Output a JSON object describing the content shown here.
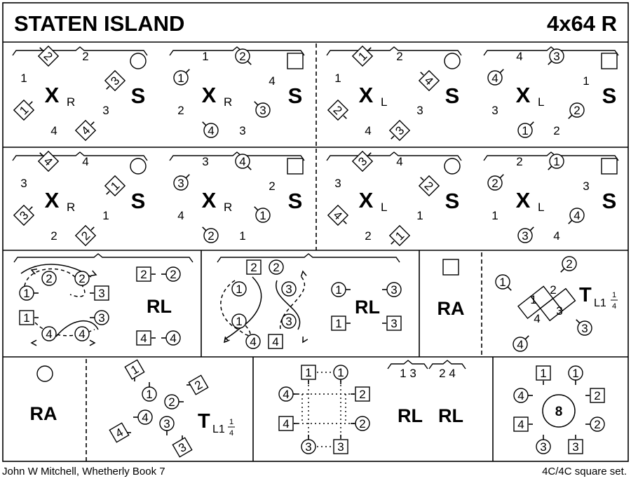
{
  "title": "STATEN ISLAND",
  "format": "4x64 R",
  "footer": {
    "left": "John W Mitchell, Whetherly Book 7",
    "right": "4C/4C  square set."
  },
  "diagrams": [
    {
      "id": "r1p1",
      "symbol": "circle",
      "x": "X",
      "sub": "R",
      "s": "S",
      "dancers": [
        [
          "box",
          "2",
          "nw"
        ],
        [
          "plain",
          "2"
        ],
        [
          "plain",
          "1"
        ],
        [
          "box",
          "3",
          "sw"
        ],
        [
          "box",
          "1",
          "ne"
        ],
        [
          "plain",
          "3"
        ],
        [
          "plain",
          "4"
        ],
        [
          "box",
          "4",
          "ne"
        ]
      ]
    },
    {
      "id": "r1p2",
      "symbol": "square",
      "x": "X",
      "sub": "R",
      "s": "S",
      "dancers": [
        [
          "plain",
          "1"
        ],
        [
          "circle",
          "2",
          "se"
        ],
        [
          "circle",
          "1",
          "ne"
        ],
        [
          "plain",
          "4"
        ],
        [
          "plain",
          "2"
        ],
        [
          "circle",
          "3",
          "nw"
        ],
        [
          "circle",
          "4",
          "nw"
        ],
        [
          "plain",
          "3"
        ]
      ]
    },
    {
      "id": "r1p3",
      "symbol": "circle",
      "x": "X",
      "sub": "L",
      "s": "S",
      "dancers": [
        [
          "box",
          "1",
          "ne"
        ],
        [
          "plain",
          "2"
        ],
        [
          "plain",
          "1"
        ],
        [
          "box",
          "4",
          "nw"
        ],
        [
          "box",
          "2",
          "se"
        ],
        [
          "plain",
          "3"
        ],
        [
          "plain",
          "4"
        ],
        [
          "box",
          "3",
          "sw"
        ]
      ]
    },
    {
      "id": "r1p4",
      "symbol": "square",
      "x": "X",
      "sub": "L",
      "s": "S",
      "dancers": [
        [
          "plain",
          "4"
        ],
        [
          "circle",
          "3",
          "sw"
        ],
        [
          "circle",
          "4",
          "ne"
        ],
        [
          "plain",
          "1"
        ],
        [
          "plain",
          "3"
        ],
        [
          "circle",
          "2",
          "sw"
        ],
        [
          "circle",
          "1",
          "ne"
        ],
        [
          "plain",
          "2"
        ]
      ]
    },
    {
      "id": "r2p1",
      "symbol": "circle",
      "x": "X",
      "sub": "R",
      "s": "S",
      "dancers": [
        [
          "box",
          "4",
          "nw"
        ],
        [
          "plain",
          "4"
        ],
        [
          "plain",
          "3"
        ],
        [
          "box",
          "1",
          "sw"
        ],
        [
          "box",
          "3",
          "ne"
        ],
        [
          "plain",
          "1"
        ],
        [
          "plain",
          "2"
        ],
        [
          "box",
          "2",
          "ne"
        ]
      ]
    },
    {
      "id": "r2p2",
      "symbol": "square",
      "x": "X",
      "sub": "R",
      "s": "S",
      "dancers": [
        [
          "plain",
          "3"
        ],
        [
          "circle",
          "4",
          "se"
        ],
        [
          "circle",
          "3",
          "ne"
        ],
        [
          "plain",
          "2"
        ],
        [
          "plain",
          "4"
        ],
        [
          "circle",
          "1",
          "nw"
        ],
        [
          "circle",
          "2",
          "nw"
        ],
        [
          "plain",
          "1"
        ]
      ]
    },
    {
      "id": "r2p3",
      "symbol": "circle",
      "x": "X",
      "sub": "L",
      "s": "S",
      "dancers": [
        [
          "box",
          "3",
          "ne"
        ],
        [
          "plain",
          "4"
        ],
        [
          "plain",
          "3"
        ],
        [
          "box",
          "2",
          "nw"
        ],
        [
          "box",
          "4",
          "se"
        ],
        [
          "plain",
          "1"
        ],
        [
          "plain",
          "2"
        ],
        [
          "box",
          "1",
          "sw"
        ]
      ]
    },
    {
      "id": "r2p4",
      "symbol": "square",
      "x": "X",
      "sub": "L",
      "s": "S",
      "dancers": [
        [
          "plain",
          "2"
        ],
        [
          "circle",
          "1",
          "sw"
        ],
        [
          "circle",
          "2",
          "ne"
        ],
        [
          "plain",
          "3"
        ],
        [
          "plain",
          "1"
        ],
        [
          "circle",
          "4",
          "sw"
        ],
        [
          "circle",
          "3",
          "ne"
        ],
        [
          "plain",
          "4"
        ]
      ]
    }
  ],
  "row3": {
    "p1": {
      "label": "RL",
      "pairs": [
        [
          "2",
          "2"
        ],
        [
          "4",
          "4"
        ]
      ],
      "loop_labels": [
        "2",
        "2",
        "4",
        "4"
      ],
      "side": [
        "1",
        "3",
        "1",
        "3"
      ]
    },
    "p2": {
      "label": "RL",
      "pairs": [
        [
          "1",
          "3"
        ],
        [
          "1",
          "3"
        ]
      ],
      "loop_labels": [
        "1",
        "1",
        "3",
        "3"
      ],
      "top": [
        "2",
        "2"
      ],
      "bottom": [
        "4",
        "4"
      ]
    },
    "p3": {
      "label": "RA"
    },
    "p4": {
      "label": "T",
      "sub": "L1",
      "num": "1",
      "den": "4",
      "center": [
        "1",
        "2",
        "3",
        "4"
      ],
      "outer": [
        "1",
        "2",
        "3",
        "4"
      ]
    }
  },
  "row4": {
    "p1": {
      "label": "RA"
    },
    "p2": {
      "label": "T",
      "sub": "L1",
      "num": "1",
      "den": "4",
      "boxes": [
        "1",
        "2",
        "4",
        "3"
      ],
      "circles": [
        "1",
        "2",
        "4",
        "3"
      ]
    },
    "p3": {
      "label1": "RL",
      "label2": "RL",
      "bar1": "1 3",
      "bar2": "2 4",
      "boxes": [
        "1",
        "2",
        "4",
        "3"
      ],
      "circles": [
        "1",
        "4",
        "2",
        "3"
      ]
    },
    "p4": {
      "center": "8",
      "boxes": [
        "1",
        "2",
        "4",
        "3"
      ],
      "circles": [
        "1",
        "4",
        "2",
        "3"
      ]
    }
  }
}
